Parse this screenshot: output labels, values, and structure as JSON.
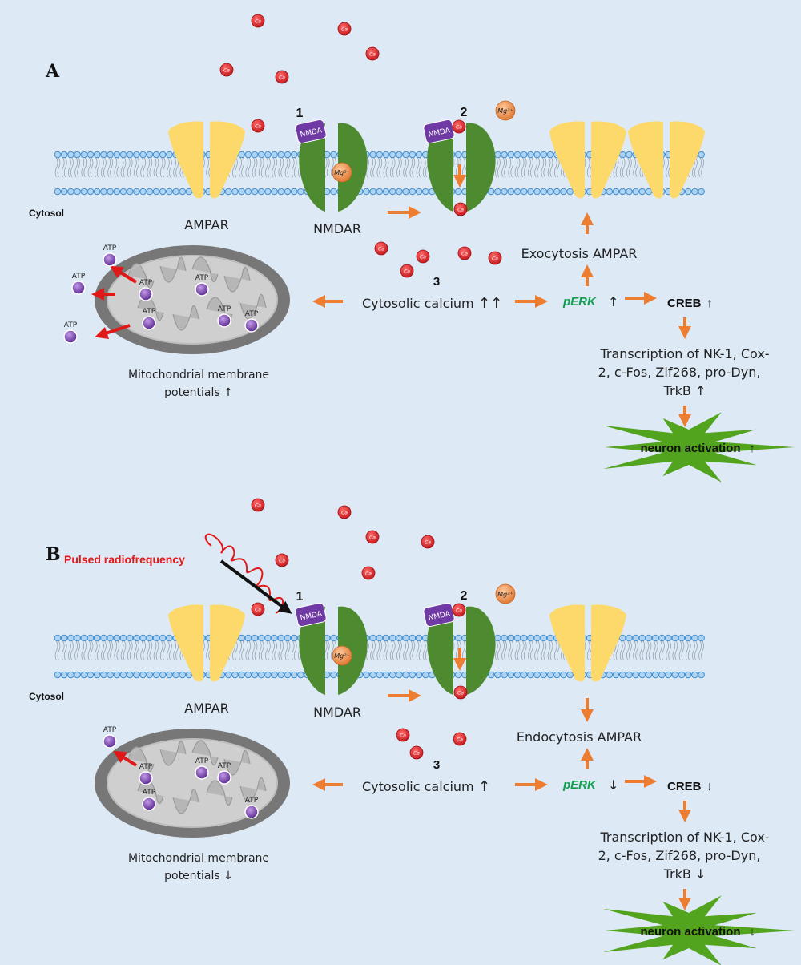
{
  "colors": {
    "background": "#dde9f5",
    "ampar": "#fdd86a",
    "nmdar": "#4d8a30",
    "nmda_tag": "#6f3aa3",
    "calcium": "#d7262a",
    "magnesium": "#f0a060",
    "orange_arrow": "#ed7d31",
    "perk": "#12a050",
    "starburst": "#52a31e",
    "radiofrequency": "#e01818"
  },
  "panels": [
    {
      "letter": "A",
      "cytosol": "Cytosol",
      "ampar": "AMPAR",
      "nmdar": "NMDAR",
      "nmda_tag": "NMDA",
      "mg": "Mg²⁺",
      "step1": "1",
      "step2": "2",
      "step3": "3",
      "ampar_traffic": "Exocytosis AMPAR",
      "cytosolic_calcium": "Cytosolic calcium",
      "calcium_arrows": "↑↑",
      "perk": "pERK",
      "perk_arrow": "↑",
      "creb": "CREB",
      "creb_arrow": "↑",
      "transcription": [
        "Transcription of NK-1, Cox-",
        "2, c-Fos, Zif268, pro-Dyn,",
        "TrkB ↑"
      ],
      "neuron_activation": "neuron activation",
      "neuron_arrow": "↑",
      "mito_label": [
        "Mitochondrial membrane",
        "potentials ↑"
      ],
      "atp": "ATP"
    },
    {
      "letter": "B",
      "cytosol": "Cytosol",
      "ampar": "AMPAR",
      "nmdar": "NMDAR",
      "nmda_tag": "NMDA",
      "mg": "Mg²⁺",
      "step1": "1",
      "step2": "2",
      "step3": "3",
      "ampar_traffic": "Endocytosis AMPAR",
      "cytosolic_calcium": "Cytosolic calcium",
      "calcium_arrows": "↑",
      "perk": "pERK",
      "perk_arrow": "↓",
      "creb": "CREB",
      "creb_arrow": "↓",
      "transcription": [
        "Transcription of NK-1, Cox-",
        "2, c-Fos, Zif268, pro-Dyn,",
        "TrkB ↓"
      ],
      "neuron_activation": "neuron activation",
      "neuron_arrow": "↓",
      "mito_label": [
        "Mitochondrial membrane",
        "potentials ↓"
      ],
      "atp": "ATP",
      "pulsed_rf": "Pulsed radiofrequency"
    }
  ],
  "calcium_glyph": "Ca",
  "icons": [
    "ca-ion-icon",
    "mg-ion-icon",
    "atp-icon",
    "arrow-icon",
    "rf-wave-icon",
    "starburst-icon"
  ]
}
